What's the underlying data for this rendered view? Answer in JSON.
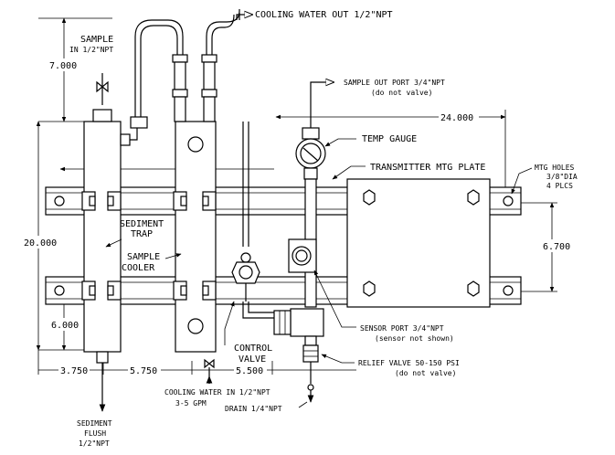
{
  "labels": {
    "cooling_water_out": "COOLING WATER OUT 1/2\"NPT",
    "sample_in_1": "SAMPLE",
    "sample_in_2": "IN 1/2\"NPT",
    "sample_out": "SAMPLE OUT PORT 3/4\"NPT",
    "sample_out_note": "(do not valve)",
    "temp_gauge": "TEMP GAUGE",
    "transmitter_plate": "TRANSMITTER MTG PLATE",
    "mtg_holes_1": "MTG HOLES",
    "mtg_holes_2": "3/8\"DIA",
    "mtg_holes_3": "4 PLCS",
    "sediment_1": "SEDIMENT",
    "sediment_2": "TRAP",
    "sample_cooler_1": "SAMPLE",
    "sample_cooler_2": "COOLER",
    "control_valve_1": "CONTROL",
    "control_valve_2": "VALVE",
    "sensor_port": "SENSOR PORT 3/4\"NPT",
    "sensor_port_note": "(sensor not shown)",
    "relief_valve": "RELIEF VALVE 50-150 PSI",
    "relief_valve_note": "(do not valve)",
    "cooling_water_in_1": "COOLING WATER IN 1/2\"NPT",
    "cooling_water_in_2": "3-5 GPM",
    "drain": "DRAIN 1/4\"NPT",
    "sediment_flush_1": "SEDIMENT",
    "sediment_flush_2": "FLUSH",
    "sediment_flush_3": "1/2\"NPT"
  },
  "dimensions": {
    "top_offset": "7.000",
    "overall_width": "24.000",
    "overall_height": "20.000",
    "rail_spacing": "6.700",
    "bottom_offset": "6.000",
    "left_offset": "3.750",
    "middle_offset": "5.750",
    "right_offset": "5.500"
  }
}
